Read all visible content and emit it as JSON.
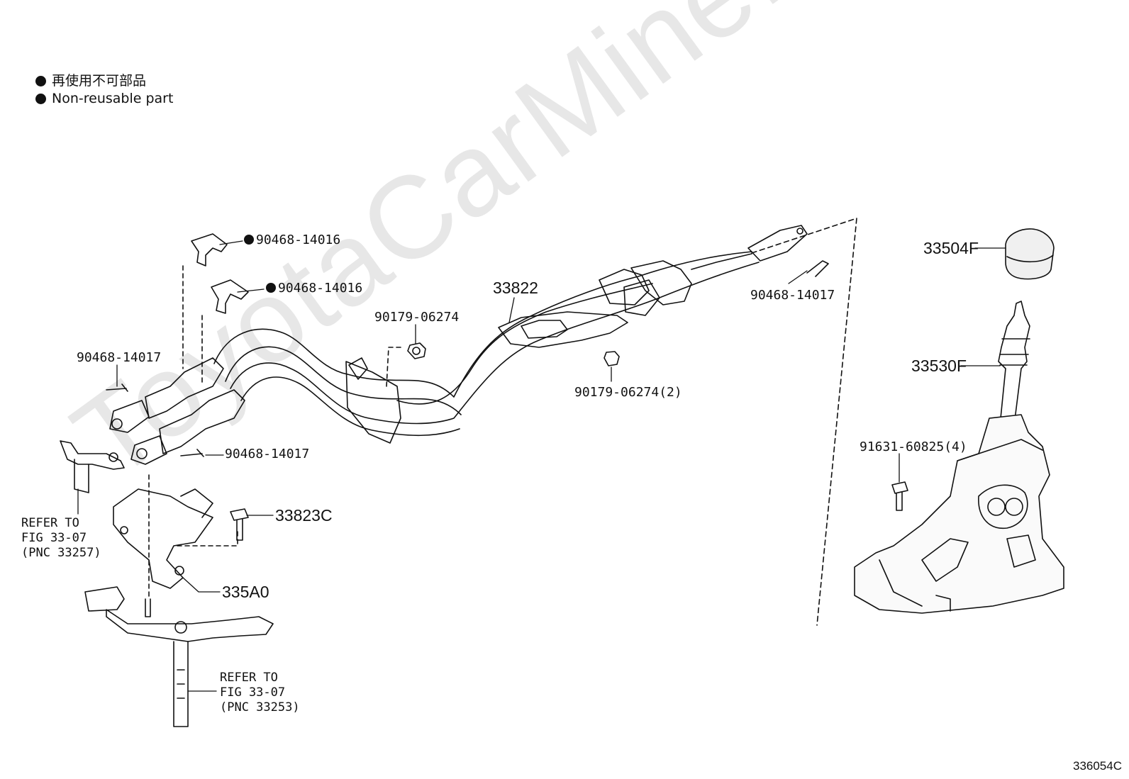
{
  "legend": {
    "line1": "再使用不可部品",
    "line2": "Non-reusable part"
  },
  "watermark": "ToyotaCarMine.ru",
  "figure_id": "336054C",
  "labels": {
    "clip_1": "90468-14016",
    "clip_2": "90468-14016",
    "pin_top_right": "90468-14017",
    "pin_left": "90468-14017",
    "pin_lower": "90468-14017",
    "cable_assy": "33822",
    "nut_1": "90179-06274",
    "nut_2": "90179-06274(2)",
    "bolt_33823C": "33823C",
    "bracket_335A0": "335A0",
    "knob": "33504F",
    "lever": "33530F",
    "bolt_4": "91631-60825(4)"
  },
  "refer_1": {
    "line1": "REFER TO",
    "line2": "FIG 33-07",
    "line3": "(PNC 33257)"
  },
  "refer_2": {
    "line1": "REFER TO",
    "line2": "FIG 33-07",
    "line3": "(PNC 33253)"
  }
}
